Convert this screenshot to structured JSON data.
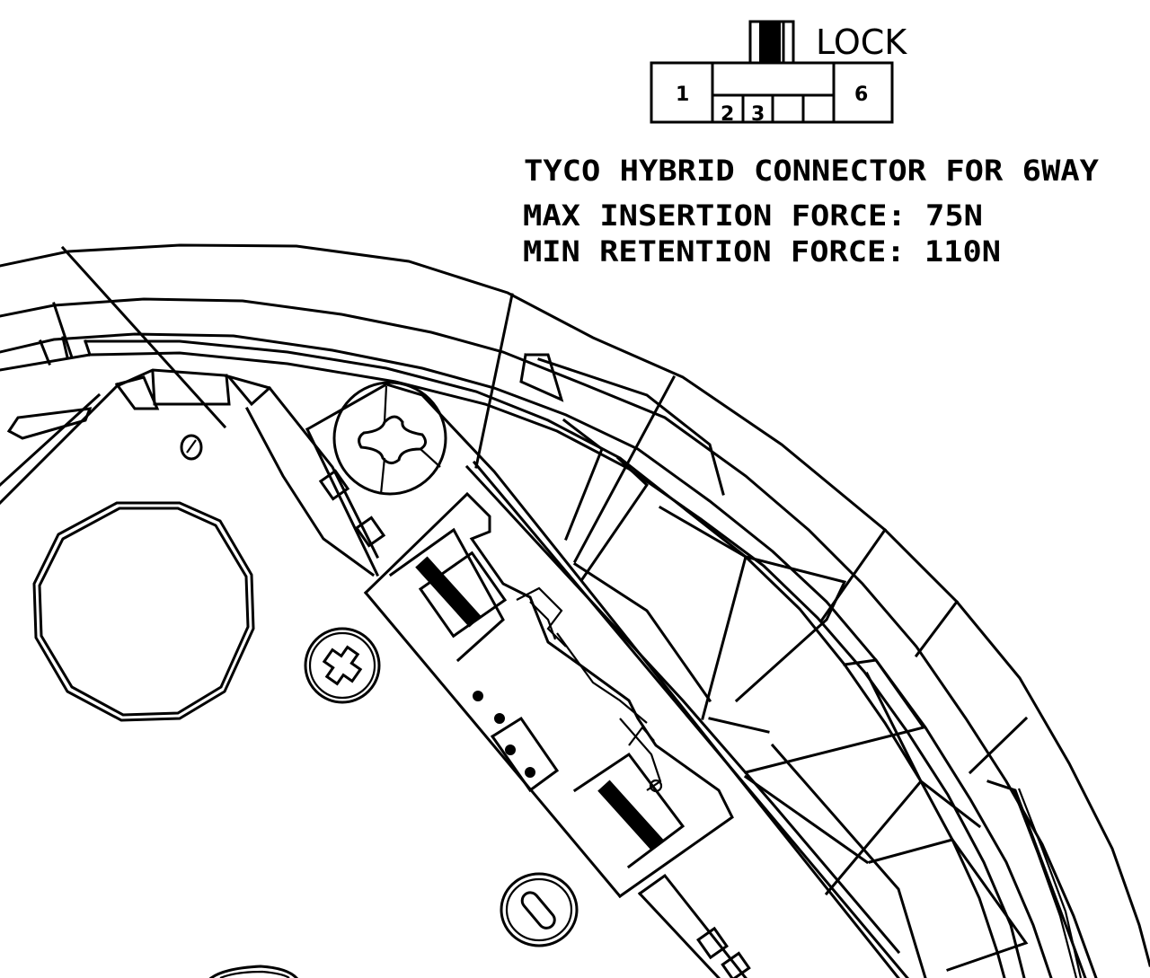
{
  "connector": {
    "lock_label": "LOCK",
    "pins": {
      "left": "1",
      "second": "2",
      "third": "3",
      "right": "6"
    }
  },
  "notes": {
    "title": "TYCO HYBRID CONNECTOR FOR 6WAY",
    "insertion": "MAX INSERTION FORCE: 75N",
    "retention": "MIN RETENTION FORCE: 110N"
  }
}
